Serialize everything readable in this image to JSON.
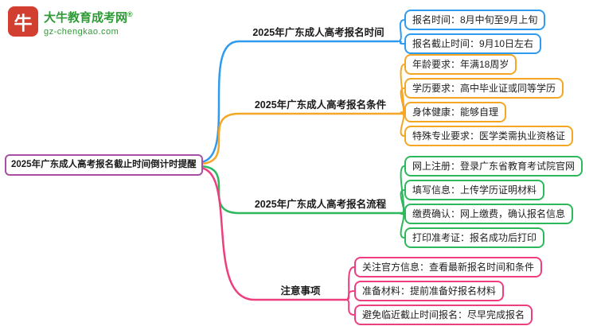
{
  "logo": {
    "title": "大牛教育成考网",
    "registered": "®",
    "domain": "gz-chengkao.com",
    "icon": "bull-icon",
    "icon_glyph": "牛",
    "brand_red": "#d23f31",
    "brand_green": "#2e9b37"
  },
  "root": {
    "label": "2025年广东成人高考报名截止时间倒计时提醒",
    "border_color": "#a94fa4"
  },
  "branches": [
    {
      "label": "2025年广东成人高考报名时间",
      "color": "#2f9bf0",
      "children": [
        "报名时间：8月中旬至9月上旬",
        "报名截止时间：9月10日左右"
      ]
    },
    {
      "label": "2025年广东成人高考报名条件",
      "color": "#f5a623",
      "children": [
        "年龄要求：年满18周岁",
        "学历要求：高中毕业证或同等学历",
        "身体健康：能够自理",
        "特殊专业要求：医学类需执业资格证"
      ]
    },
    {
      "label": "2025年广东成人高考报名流程",
      "color": "#2eb85c",
      "children": [
        "网上注册：登录广东省教育考试院官网",
        "填写信息：上传学历证明材料",
        "缴费确认：网上缴费，确认报名信息",
        "打印准考证：报名成功后打印"
      ]
    },
    {
      "label": "注意事项",
      "color": "#ee3e7f",
      "children": [
        "关注官方信息：查看最新报名时间和条件",
        "准备材料：提前准备好报名材料",
        "避免临近截止时间报名：尽早完成报名"
      ]
    }
  ]
}
